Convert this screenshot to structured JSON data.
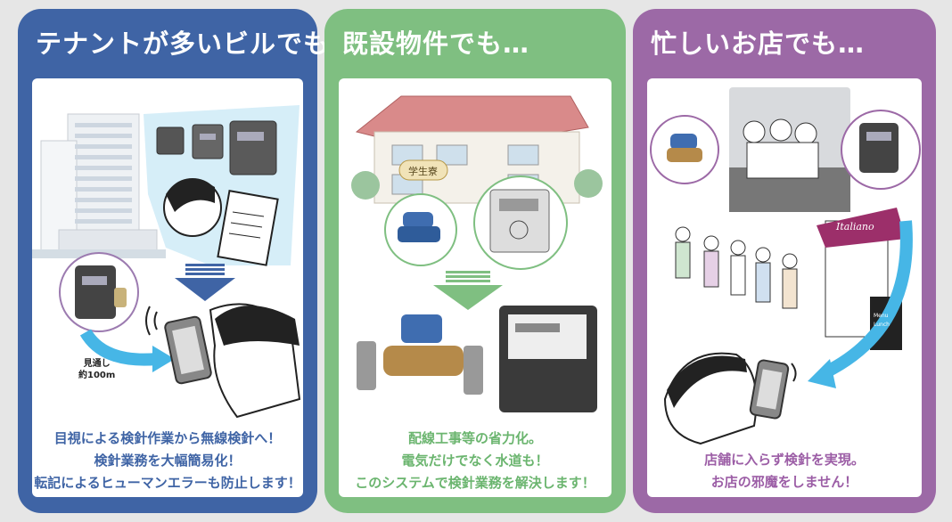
{
  "panels": [
    {
      "title": "テナントが多いビルでも…",
      "note": [
        "見通し",
        "約100m"
      ],
      "caption": [
        "目視による検針作業から無線検針へ！",
        "検針業務を大幅簡易化！",
        "転記によるヒューマンエラーも防止します！"
      ],
      "color": "#3f64a5"
    },
    {
      "title": "既設物件でも…",
      "sign": "学生寮",
      "caption": [
        "配線工事等の省力化。",
        "電気だけでなく水道も！",
        "このシステムで検針業務を解決します！"
      ],
      "color": "#7fbf81"
    },
    {
      "title": "忙しいお店でも…",
      "shop_name": "Italiano",
      "board": [
        "Menu",
        "Lunch"
      ],
      "caption": [
        "店舗に入らず検針を実現。",
        "お店の邪魔をしません！"
      ],
      "color": "#9c69a6"
    }
  ]
}
